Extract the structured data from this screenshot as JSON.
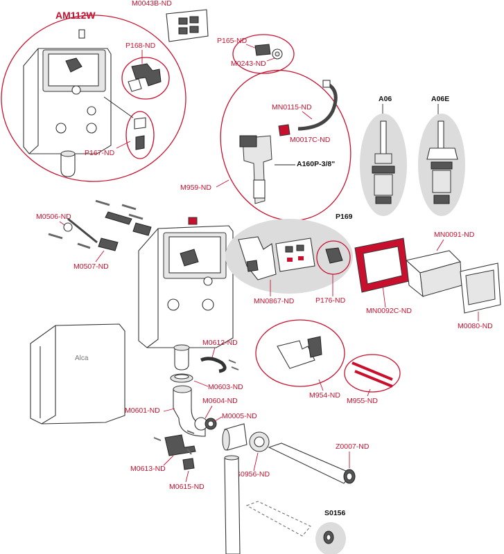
{
  "title": "AM112W",
  "accent_color": "#c8102e",
  "group_fill_color": "#dcdcdc",
  "brand_mark": "Alca",
  "labels": {
    "m0043b": "M0043B-ND",
    "p165": "P165-ND",
    "m0243": "M0243-ND",
    "p168": "P168-ND",
    "p167": "P167-ND",
    "mn0115": "MN0115-ND",
    "m0017c": "M0017C-ND",
    "a160p": "A160P-3/8\"",
    "m959": "M959-ND",
    "a06": "A06",
    "a06e": "A06E",
    "m0506": "M0506-ND",
    "m0507": "M0507-ND",
    "p169": "P169",
    "mn0867": "MN0867-ND",
    "p176": "P176-ND",
    "mn0092c": "MN0092C-ND",
    "mn0091": "MN0091-ND",
    "m0080": "M0080-ND",
    "m0612": "M0612-ND",
    "m0603": "M0603-ND",
    "m0604": "M0604-ND",
    "m0601": "M0601-ND",
    "m0005": "M0005-ND",
    "m954": "M954-ND",
    "m955": "M955-ND",
    "m0613": "M0613-ND",
    "m0615": "M0615-ND",
    "s0956": "S0956-ND",
    "z0007": "Z0007-ND",
    "s0156": "S0156"
  }
}
